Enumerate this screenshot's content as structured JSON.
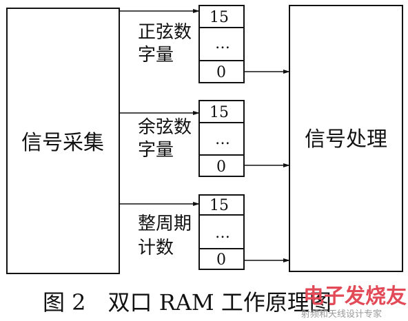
{
  "blocks": {
    "left": "信号采集",
    "right": "信号处理"
  },
  "rams": [
    {
      "label_lines": [
        "正弦数",
        "字量"
      ],
      "cells": [
        "15",
        "…",
        "0"
      ]
    },
    {
      "label_lines": [
        "余弦数",
        "字量"
      ],
      "cells": [
        "15",
        "…",
        "0"
      ]
    },
    {
      "label_lines": [
        "整周期",
        "计数"
      ],
      "cells": [
        "15",
        "…",
        "0"
      ]
    }
  ],
  "caption": "图 2　双口 RAM 工作原理图",
  "watermark": {
    "main": "电子发烧友",
    "sub": "射频和天线设计专家"
  },
  "colors": {
    "ink": "#111111",
    "watermark_red": "#e24a57",
    "watermark_gray": "#9a9a9a"
  }
}
